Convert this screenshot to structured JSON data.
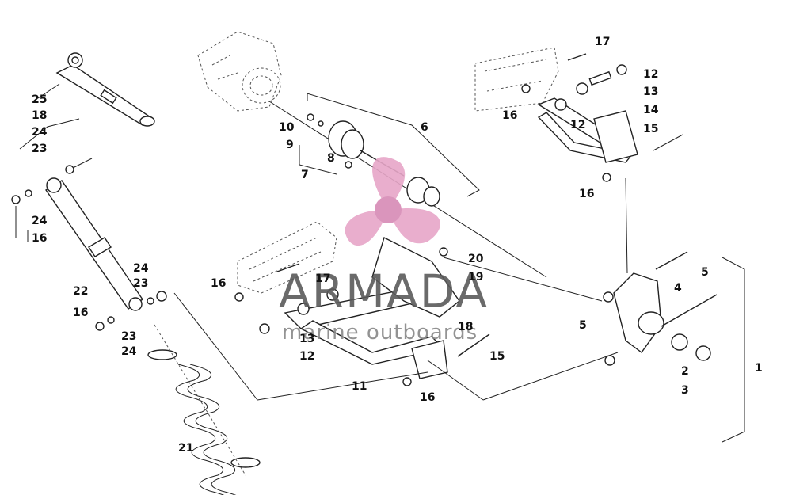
{
  "callouts": [
    {
      "id": "c25",
      "text": "25"
    },
    {
      "id": "c18",
      "text": "18"
    },
    {
      "id": "c24a",
      "text": "24"
    },
    {
      "id": "c23a",
      "text": "23"
    },
    {
      "id": "c24b",
      "text": "24"
    },
    {
      "id": "c16a",
      "text": "16"
    },
    {
      "id": "c24c",
      "text": "24"
    },
    {
      "id": "c23b",
      "text": "23"
    },
    {
      "id": "c22",
      "text": "22"
    },
    {
      "id": "c16b",
      "text": "16"
    },
    {
      "id": "c23c",
      "text": "23"
    },
    {
      "id": "c24d",
      "text": "24"
    },
    {
      "id": "c21",
      "text": "21"
    },
    {
      "id": "c10",
      "text": "10"
    },
    {
      "id": "c9",
      "text": "9"
    },
    {
      "id": "c8",
      "text": "8"
    },
    {
      "id": "c7",
      "text": "7"
    },
    {
      "id": "c6",
      "text": "6"
    },
    {
      "id": "c17a",
      "text": "17"
    },
    {
      "id": "c12a",
      "text": "12"
    },
    {
      "id": "c13a",
      "text": "13"
    },
    {
      "id": "c16c",
      "text": "16"
    },
    {
      "id": "c12b",
      "text": "12"
    },
    {
      "id": "c14",
      "text": "14"
    },
    {
      "id": "c15a",
      "text": "15"
    },
    {
      "id": "c16d",
      "text": "16"
    },
    {
      "id": "c20",
      "text": "20"
    },
    {
      "id": "c19",
      "text": "19"
    },
    {
      "id": "c16e",
      "text": "16"
    },
    {
      "id": "c17b",
      "text": "17"
    },
    {
      "id": "c13b",
      "text": "13"
    },
    {
      "id": "c12c",
      "text": "12"
    },
    {
      "id": "c18b",
      "text": "18"
    },
    {
      "id": "c15b",
      "text": "15"
    },
    {
      "id": "c11",
      "text": "11"
    },
    {
      "id": "c16f",
      "text": "16"
    },
    {
      "id": "c5a",
      "text": "5"
    },
    {
      "id": "c4",
      "text": "4"
    },
    {
      "id": "c5b",
      "text": "5"
    },
    {
      "id": "c2",
      "text": "2"
    },
    {
      "id": "c3",
      "text": "3"
    },
    {
      "id": "c1",
      "text": "1"
    }
  ],
  "watermark": {
    "brand": "ARMADA",
    "tagline": "marine outboards",
    "logo_color": "#e7a6c8",
    "logo_dot_color": "#d78ab5"
  },
  "colors": {
    "line": "#222222",
    "background": "#ffffff"
  }
}
